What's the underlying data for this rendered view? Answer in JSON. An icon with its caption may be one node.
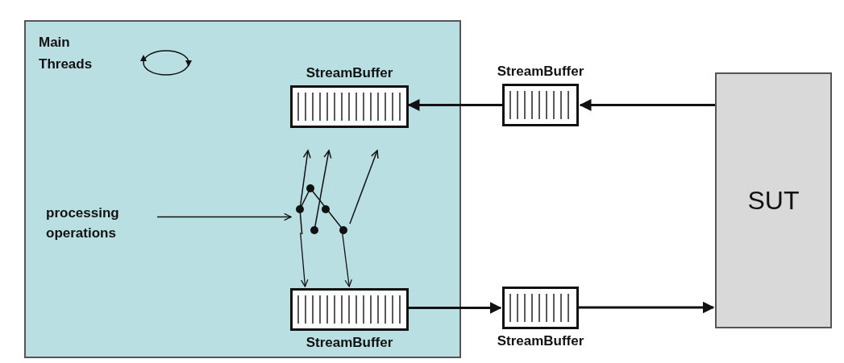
{
  "diagram": {
    "nodes": [
      {
        "text": [
          "Main Threads"
        ]
      },
      {
        "text": [
          "StreamBuffer"
        ],
        "in": 0
      },
      {
        "text": [
          "StreamBuffer"
        ],
        "in": 0
      },
      {
        "text": [
          "StreamBuffer"
        ]
      },
      {
        "text": [
          "StreamBuffer"
        ]
      },
      {
        "text": [
          "SUT"
        ]
      },
      {
        "text": [
          "processing operations"
        ],
        "in": 0
      },
      {
        "text": [],
        "shape": "picture",
        "in": 0
      }
    ],
    "edges": [
      {
        "from": 5,
        "to": 3,
        "arrow": "to"
      },
      {
        "from": 3,
        "to": 1,
        "arrow": "to"
      },
      {
        "from": 2,
        "to": 4,
        "arrow": "to"
      },
      {
        "from": 4,
        "to": 5,
        "arrow": "to"
      },
      {
        "from": 6,
        "to": 7,
        "arrow": "to"
      },
      {
        "from": 7,
        "to": 2,
        "arrow": "to"
      },
      {
        "from": 7,
        "to": 2,
        "arrow": "to"
      }
    ]
  }
}
